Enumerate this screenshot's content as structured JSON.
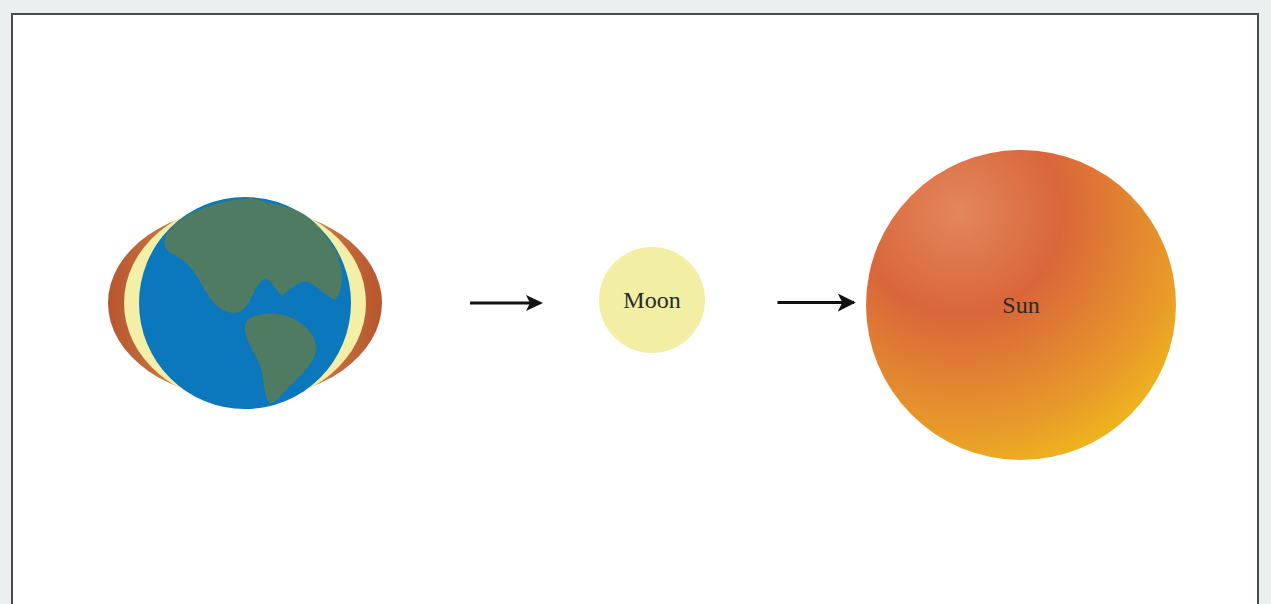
{
  "diagram": {
    "nodes": [
      {
        "text": [
          "Moon"
        ]
      },
      {
        "text": [
          "Sun"
        ]
      }
    ],
    "edges": [
      {
        "from": 0,
        "to": 1,
        "arrow": "to"
      }
    ]
  }
}
